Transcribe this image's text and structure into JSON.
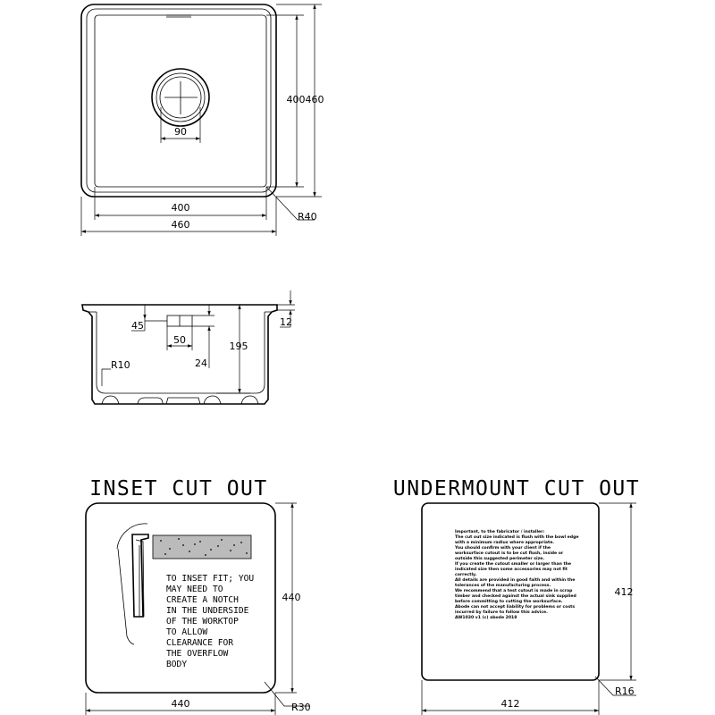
{
  "top_view": {
    "inner_height": "400",
    "outer_height": "460",
    "waste_dia": "90",
    "inner_width": "400",
    "outer_width": "460",
    "corner_radius": "R40"
  },
  "side_view": {
    "rim": "12",
    "overflow_height": "45",
    "overflow_width": "50",
    "overflow_drop": "24",
    "depth": "195",
    "base_radius": "R10"
  },
  "inset": {
    "title": "INSET CUT OUT",
    "note_lines": [
      "TO INSET FIT; YOU",
      "MAY NEED TO",
      "CREATE A NOTCH",
      "IN THE UNDERSIDE",
      "OF THE WORKTOP",
      "TO ALLOW",
      "CLEARANCE FOR",
      "THE OVERFLOW",
      "BODY"
    ],
    "height": "440",
    "width": "440",
    "radius": "R30"
  },
  "undermount": {
    "title": "UNDERMOUNT CUT OUT",
    "notice_lines": [
      "Important, to the fabricator / installer:",
      "The cut out size indicated is flush with the bowl edge",
      "with a minimum radius where appropriate.",
      "You should confirm with your client if the",
      "worksurface cutout is to be cut flush, inside or",
      "outside this suggested perimeter size.",
      "If you create the cutout smaller or larger than the",
      "indicated size then some accessories may not fit",
      "correctly.",
      "All details are provided in good faith and within the",
      "tolerances of the manufacturing process.",
      "We recommend that a test cutout is made in scrap",
      "timber and checked against the actual sink supplied",
      "before committing to cutting the worksurface.",
      "Abode can not accept liability for problems or costs",
      "incurred by failure to follow this advice.",
      "AW1030 v1 (c) abode 2018"
    ],
    "height": "412",
    "width": "412",
    "radius": "R16"
  }
}
